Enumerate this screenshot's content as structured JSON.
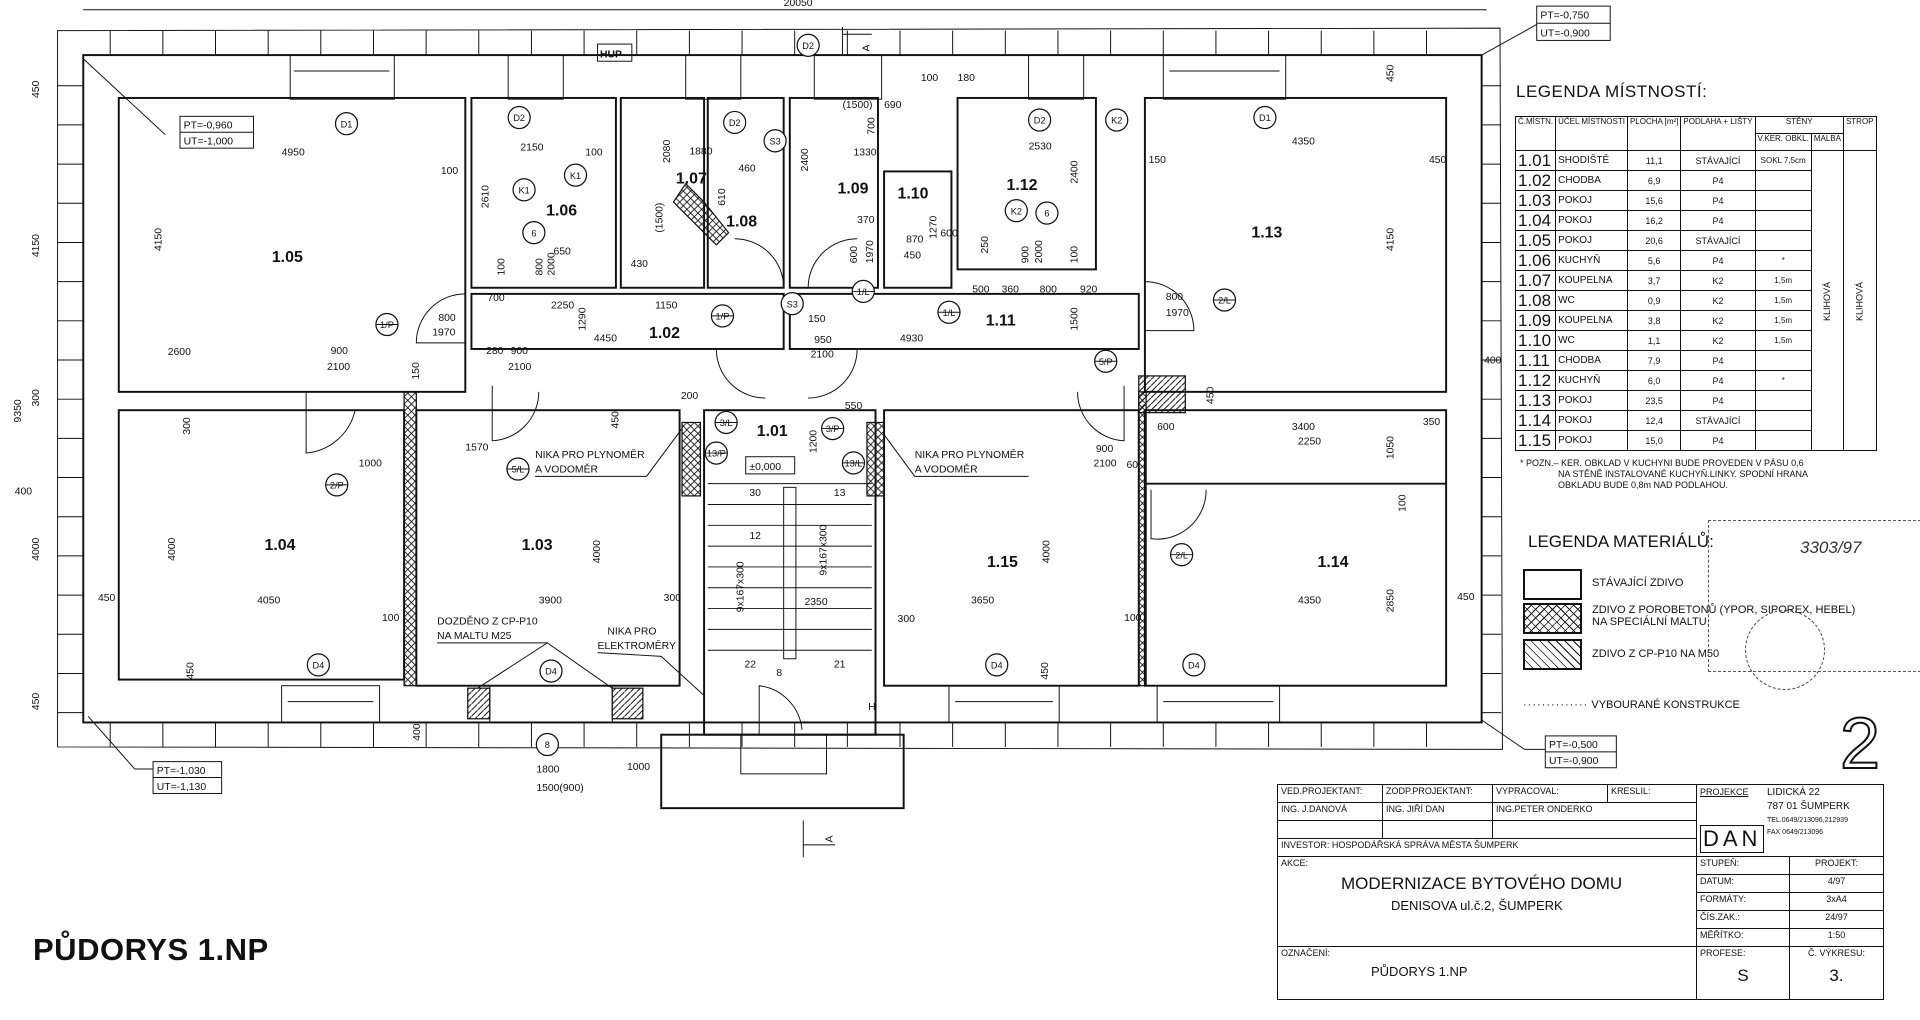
{
  "drawing": {
    "overall_width": "20050",
    "section_mark": "A",
    "hup": "HUP",
    "level_zero": "±0,000",
    "rooms": [
      "1.05",
      "1.06",
      "1.07",
      "1.08",
      "1.09",
      "1.10",
      "1.12",
      "1.13",
      "1.02",
      "1.11",
      "1.01",
      "1.04",
      "1.03",
      "1.15",
      "1.14"
    ],
    "levels": [
      {
        "pt": "PT=-0,960",
        "ut": "UT=-1,000"
      },
      {
        "pt": "PT=-0,750",
        "ut": "UT=-0,900"
      },
      {
        "pt": "PT=-0,500",
        "ut": "UT=-0,900"
      },
      {
        "pt": "PT=-1,030",
        "ut": "UT=-1,130"
      }
    ],
    "annotations": {
      "gas_niche_1a": "NIKA PRO PLYNOMĚR",
      "gas_niche_1b": "A VODOMĚR",
      "gas_niche_2a": "NIKA PRO PLYNOMĚR",
      "gas_niche_2b": "A VODOMĚR",
      "elec_niche_a": "NIKA PRO",
      "elec_niche_b": "ELEKTROMĚRY",
      "infill_a": "DOZDĚNO Z CP-P10",
      "infill_b": "NA MALTU M25",
      "h_mark": "H"
    },
    "dimensions": [
      "4950",
      "100",
      "2150",
      "100",
      "2610",
      "1880",
      "460",
      "610",
      "2080",
      "(1500)",
      "(1500)",
      "690",
      "100",
      "180",
      "700",
      "1330",
      "2400",
      "2530",
      "2400",
      "4350",
      "150",
      "450",
      "4150",
      "450",
      "4150",
      "2600",
      "900",
      "2100",
      "150",
      "650",
      "430",
      "800",
      "2000",
      "100",
      "700",
      "2250",
      "1150",
      "4450",
      "1290",
      "800",
      "1970",
      "280",
      "900",
      "2100",
      "500",
      "360",
      "800",
      "920",
      "4930",
      "1500",
      "800",
      "1970",
      "370",
      "1970",
      "600",
      "870",
      "450",
      "600",
      "1270",
      "250",
      "900",
      "2000",
      "100",
      "150",
      "950",
      "2100",
      "1570",
      "450",
      "4000",
      "3900",
      "300",
      "2350",
      "3650",
      "4000",
      "300",
      "100",
      "450",
      "1200",
      "550",
      "200",
      "600",
      "3400",
      "350",
      "2250",
      "900",
      "2100",
      "60",
      "450",
      "1050",
      "100",
      "2850",
      "4350",
      "450",
      "400",
      "4000",
      "4050",
      "450",
      "300",
      "1000",
      "450",
      "1800",
      "1000",
      "1500(900)",
      "400",
      "450",
      "4150",
      "9350",
      "300",
      "400",
      "4000",
      "450",
      "30",
      "13",
      "12",
      "9x167x300",
      "9x167x300",
      "8",
      "22",
      "21",
      "100"
    ],
    "markers": [
      "D1",
      "D1",
      "D2",
      "D2",
      "D2",
      "D2",
      "K1",
      "K1",
      "K2",
      "K2",
      "6",
      "6",
      "S3",
      "S3",
      "D4",
      "D4",
      "D4",
      "D4",
      "8",
      "1/P",
      "2/P",
      "5/L",
      "3/L",
      "3/P",
      "13/P",
      "13/L",
      "5/P",
      "2/L",
      "1/L",
      "2/L",
      "1/L",
      "1/P"
    ]
  },
  "plan_title": "PŮDORYS 1.NP",
  "room_legend": {
    "title": "LEGENDA MÍSTNOSTÍ:",
    "headers": {
      "no": "Č.MÍSTN.",
      "use": "ÚČEL MÍSTNOSTI",
      "area": "PLOCHA [m²]",
      "floor": "PODLAHA + LIŠTY",
      "walls": "STĚNY",
      "tiles": "V.KER. OBKL.",
      "paint": "MALBA",
      "ceiling": "STROP"
    },
    "rows": [
      {
        "no": "1.01",
        "use": "SHODIŠTĚ",
        "area": "11,1",
        "floor": "STÁVAJÍCÍ",
        "tiles": "SOKL 7,5cm"
      },
      {
        "no": "1.02",
        "use": "CHODBA",
        "area": "6,9",
        "floor": "P4",
        "tiles": ""
      },
      {
        "no": "1.03",
        "use": "POKOJ",
        "area": "15,6",
        "floor": "P4",
        "tiles": ""
      },
      {
        "no": "1.04",
        "use": "POKOJ",
        "area": "16,2",
        "floor": "P4",
        "tiles": ""
      },
      {
        "no": "1.05",
        "use": "POKOJ",
        "area": "20,6",
        "floor": "STÁVAJÍCÍ",
        "tiles": ""
      },
      {
        "no": "1.06",
        "use": "KUCHYŇ",
        "area": "5,6",
        "floor": "P4",
        "tiles": "*"
      },
      {
        "no": "1.07",
        "use": "KOUPELNA",
        "area": "3,7",
        "floor": "K2",
        "tiles": "1,5m"
      },
      {
        "no": "1.08",
        "use": "WC",
        "area": "0,9",
        "floor": "K2",
        "tiles": "1,5m"
      },
      {
        "no": "1.09",
        "use": "KOUPELNA",
        "area": "3,8",
        "floor": "K2",
        "tiles": "1,5m"
      },
      {
        "no": "1.10",
        "use": "WC",
        "area": "1,1",
        "floor": "K2",
        "tiles": "1,5m"
      },
      {
        "no": "1.11",
        "use": "CHODBA",
        "area": "7,9",
        "floor": "P4",
        "tiles": ""
      },
      {
        "no": "1.12",
        "use": "KUCHYŇ",
        "area": "6,0",
        "floor": "P4",
        "tiles": "*"
      },
      {
        "no": "1.13",
        "use": "POKOJ",
        "area": "23,5",
        "floor": "P4",
        "tiles": ""
      },
      {
        "no": "1.14",
        "use": "POKOJ",
        "area": "12,4",
        "floor": "STÁVAJÍCÍ",
        "tiles": ""
      },
      {
        "no": "1.15",
        "use": "POKOJ",
        "area": "15,0",
        "floor": "P4",
        "tiles": ""
      }
    ],
    "paint_value": "KLIHOVÁ",
    "ceiling_value": "KLIHOVÁ",
    "note": [
      "* POZN.– KER. OBKLAD V KUCHYNI BUDE PROVEDEN V PÁSU 0,6",
      "NA STĚNĚ INSTALOVANÉ KUCHYŇ.LINKY. SPODNÍ HRANA",
      "OBKLADU BUDE 0,8m NAD PODLAHOU."
    ]
  },
  "material_legend": {
    "title": "LEGENDA MATERIÁLŮ:",
    "items": [
      {
        "label": "STÁVAJÍCÍ ZDIVO"
      },
      {
        "label": "ZDIVO Z POROBETONŮ (YPOR, SIPOREX, HEBEL)",
        "label2": "NA SPECIÁLNÍ MALTU."
      },
      {
        "label": "ZDIVO Z CP-P10 NA M50"
      }
    ],
    "demolished": "VYBOURANÉ KONSTRUKCE"
  },
  "stamp": {
    "number": "3303/97"
  },
  "sheet_number": "2",
  "title_block": {
    "lead_designer_label": "VED.PROJEKTANT:",
    "lead_designer": "ING. J.DANOVÁ",
    "resp_designer_label": "ZODP.PROJEKTANT:",
    "resp_designer": "ING. JIŘÍ DAN",
    "prepared_label": "VYPRACOVAL:",
    "prepared": "ING.PETER ONDERKO",
    "drawn_label": "KRESLIL:",
    "investor": "INVESTOR: HOSPODÁŘSKÁ SPRÁVA MĚSTA ŠUMPERK",
    "action_label": "AKCE:",
    "action_title": "MODERNIZACE BYTOVÉHO DOMU",
    "action_address": "DENISOVA ul.č.2, ŠUMPERK",
    "designation_label": "OZNAČENÍ:",
    "designation": "PŮDORYS 1.NP",
    "firm": {
      "name": "PROJEKCE",
      "logo": "DAN",
      "street": "LIDICKÁ 22",
      "city": "787 01 ŠUMPERK",
      "tel": "TEL.0649/213096,212939",
      "fax": "FAX 0649/213096"
    },
    "stage_label": "STUPEŇ:",
    "project_label": "PROJEKT:",
    "date_label": "DATUM:",
    "date": "4/97",
    "formats_label": "FORMÁTY:",
    "formats": "3xA4",
    "order_label": "ČÍS.ZAK.:",
    "order": "24/97",
    "scale_label": "MĚŘÍTKO:",
    "scale": "1:50",
    "profession_label": "PROFESE:",
    "profession": "S",
    "sheet_label": "Č. VÝKRESU:",
    "sheet": "3."
  }
}
